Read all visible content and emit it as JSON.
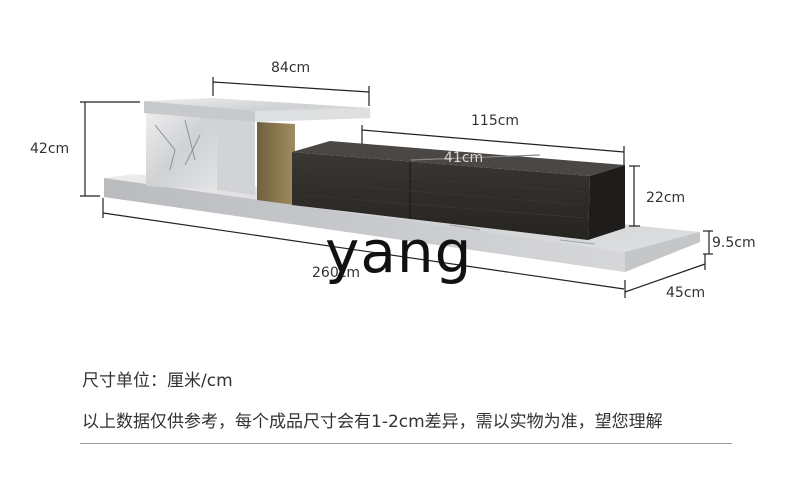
{
  "dimensions": {
    "top_width": "84cm",
    "cabinet_length": "115cm",
    "drawer_width": "41cm",
    "left_height": "42cm",
    "cabinet_height": "22cm",
    "base_height": "9.5cm",
    "depth": "45cm",
    "total_length": "260cm"
  },
  "watermark": "yang",
  "notes": {
    "unit_line": "尺寸单位：厘米/cm",
    "disclaimer": "以上数据仅供参考，每个成品尺寸会有1-2cm差异，需以实物为准，望您理解"
  },
  "colors": {
    "marble": "#d9dadb",
    "cabinet": "#2d2a27",
    "gold_panel": "#8c7a52",
    "background": "#ffffff"
  }
}
